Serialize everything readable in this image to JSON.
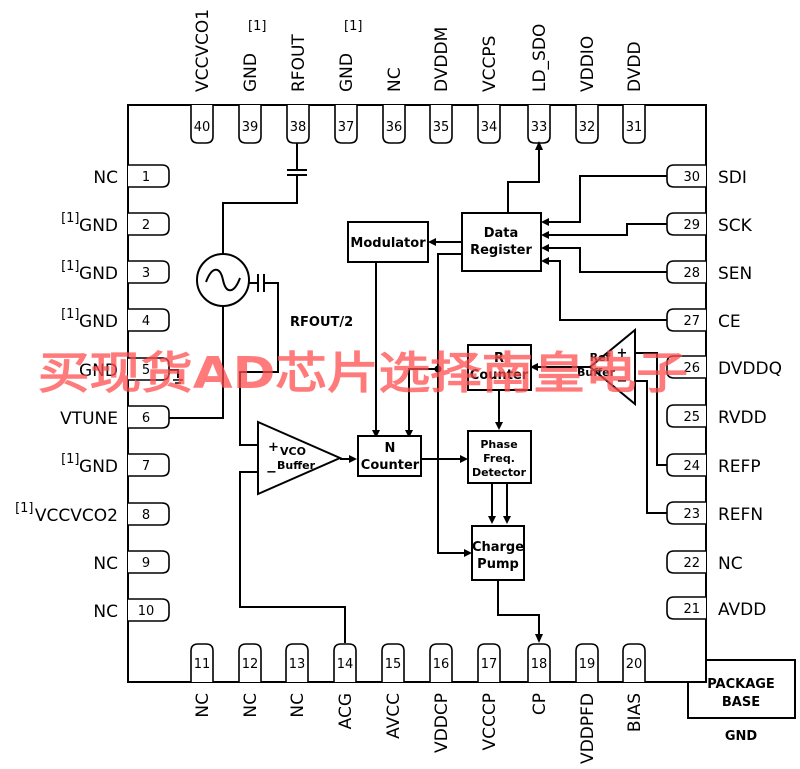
{
  "diagram": {
    "title": "PLL/VCO functional block diagram (40-lead LFCSP)",
    "top_pins": [
      {
        "num": "40",
        "name": "VCCVCO1",
        "note": ""
      },
      {
        "num": "39",
        "name": "GND",
        "note": "[1]"
      },
      {
        "num": "38",
        "name": "RFOUT",
        "note": ""
      },
      {
        "num": "37",
        "name": "GND",
        "note": "[1]"
      },
      {
        "num": "36",
        "name": "NC",
        "note": ""
      },
      {
        "num": "35",
        "name": "DVDDM",
        "note": ""
      },
      {
        "num": "34",
        "name": "VCCPS",
        "note": ""
      },
      {
        "num": "33",
        "name": "LD_SDO",
        "note": ""
      },
      {
        "num": "32",
        "name": "VDDIO",
        "note": ""
      },
      {
        "num": "31",
        "name": "DVDD",
        "note": ""
      }
    ],
    "left_pins": [
      {
        "num": "1",
        "name": "NC",
        "note": ""
      },
      {
        "num": "2",
        "name": "GND",
        "note": "[1]"
      },
      {
        "num": "3",
        "name": "GND",
        "note": "[1]"
      },
      {
        "num": "4",
        "name": "GND",
        "note": "[1]"
      },
      {
        "num": "5",
        "name": "GND",
        "note": ""
      },
      {
        "num": "6",
        "name": "VTUNE",
        "note": ""
      },
      {
        "num": "7",
        "name": "GND",
        "note": "[1]"
      },
      {
        "num": "8",
        "name": "VCCVCO2",
        "note": "[1]"
      },
      {
        "num": "9",
        "name": "NC",
        "note": ""
      },
      {
        "num": "10",
        "name": "NC",
        "note": ""
      }
    ],
    "bottom_pins": [
      {
        "num": "11",
        "name": "NC"
      },
      {
        "num": "12",
        "name": "NC"
      },
      {
        "num": "13",
        "name": "NC"
      },
      {
        "num": "14",
        "name": "ACG"
      },
      {
        "num": "15",
        "name": "AVCC"
      },
      {
        "num": "16",
        "name": "VDDCP"
      },
      {
        "num": "17",
        "name": "VCCCP"
      },
      {
        "num": "18",
        "name": "CP"
      },
      {
        "num": "19",
        "name": "VDDPFD"
      },
      {
        "num": "20",
        "name": "BIAS"
      }
    ],
    "right_pins": [
      {
        "num": "30",
        "name": "SDI"
      },
      {
        "num": "29",
        "name": "SCK"
      },
      {
        "num": "28",
        "name": "SEN"
      },
      {
        "num": "27",
        "name": "CE"
      },
      {
        "num": "26",
        "name": "DVDDQ"
      },
      {
        "num": "25",
        "name": "RVDD"
      },
      {
        "num": "24",
        "name": "REFP"
      },
      {
        "num": "23",
        "name": "REFN"
      },
      {
        "num": "22",
        "name": "NC"
      },
      {
        "num": "21",
        "name": "AVDD"
      }
    ],
    "blocks": {
      "modulator": "Modulator",
      "data_register": [
        "Data",
        "Register"
      ],
      "r_counter": [
        "R",
        "Counter"
      ],
      "ref_buffer": [
        "Ref",
        "Buffer"
      ],
      "vco_buffer": [
        "VCO",
        "Buffer"
      ],
      "n_counter": [
        "N",
        "Counter"
      ],
      "pfd": [
        "Phase",
        "Freq.",
        "Detector"
      ],
      "charge_pump": [
        "Charge",
        "Pump"
      ],
      "rfout2": "RFOUT/2",
      "plus": "+",
      "minus": "−"
    },
    "package_base": {
      "lines": [
        "PACKAGE",
        "BASE"
      ],
      "label": "GND"
    },
    "watermark": "买现货AD芯片选择南皇电子"
  }
}
